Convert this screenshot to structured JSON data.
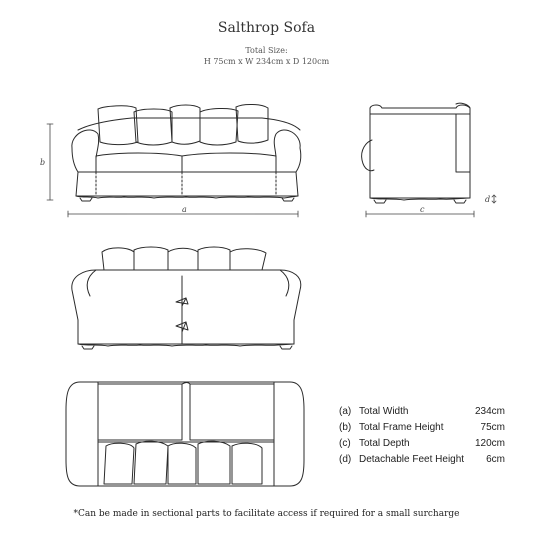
{
  "title": "Salthrop Sofa",
  "total_size_label": "Total Size:",
  "total_size_value": "H 75cm x W 234cm x D 120cm",
  "dimension_markers": {
    "a": "a",
    "b": "b",
    "c": "c",
    "d": "d"
  },
  "specs": [
    {
      "key": "(a)",
      "name": "Total Width",
      "value": "234cm"
    },
    {
      "key": "(b)",
      "name": "Total Frame Height",
      "value": "75cm"
    },
    {
      "key": "(c)",
      "name": "Total Depth",
      "value": "120cm"
    },
    {
      "key": "(d)",
      "name": "Detachable Feet Height",
      "value": "6cm"
    }
  ],
  "footnote": "*Can be made in sectional parts to facilitate access if required for a small surcharge"
}
